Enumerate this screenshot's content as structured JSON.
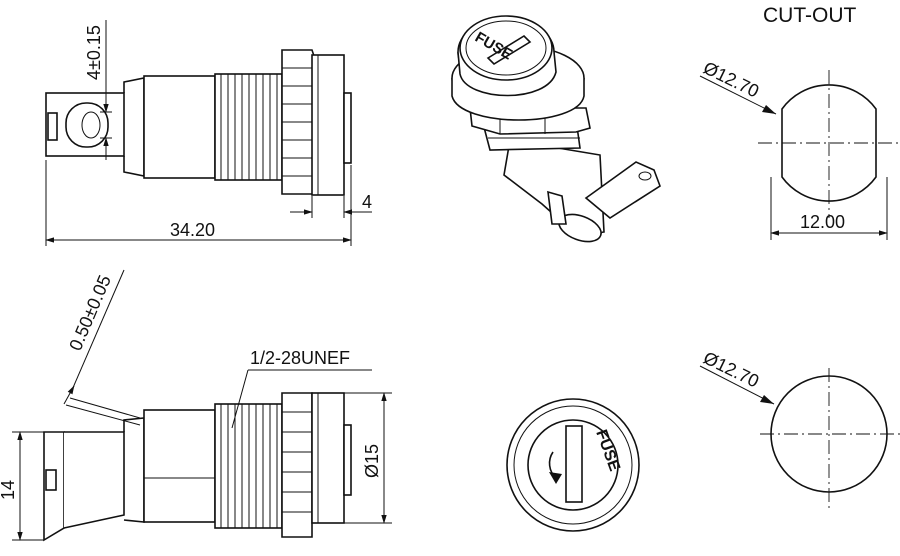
{
  "labels": {
    "cutout_title": "CUT-OUT",
    "dim_slot": "4±0.15",
    "dim_panel": "4",
    "dim_length": "34.20",
    "dim_tol": "0.50±0.05",
    "dim_thread": "1/2-28UNEF",
    "dim_dia15": "Ø15",
    "dim_height": "14",
    "dim_cut_dia_top": "Ø12.70",
    "dim_cut_width": "12.00",
    "dim_cut_dia_bottom": "Ø12.70",
    "cap_text_iso": "FUSE",
    "cap_text_front": "FUSE"
  }
}
